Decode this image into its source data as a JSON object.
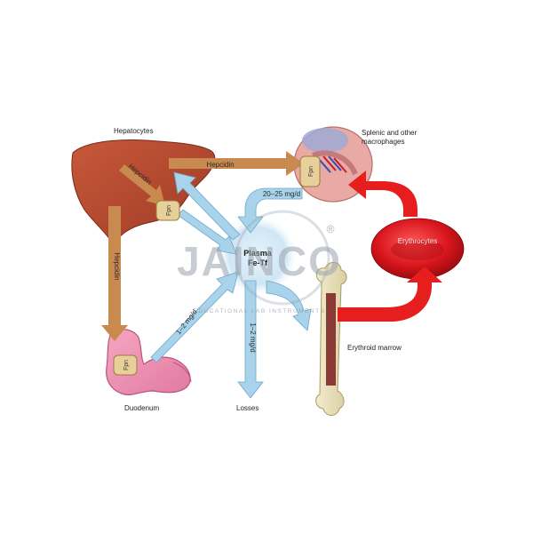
{
  "labels": {
    "hepatocytes": "Hepatocytes",
    "splenic_line1": "Splenic and other",
    "splenic_line2": "macrophages",
    "erythrocytes": "Erythrocytes",
    "erythroid_marrow": "Erythroid marrow",
    "duodenum": "Duodenum",
    "losses": "Losses",
    "plasma_line1": "Plasma",
    "plasma_line2": "Fe-Tf"
  },
  "arrows": {
    "hepcidin_top": "Hepcidin",
    "hepcidin_diag": "Hepcidin",
    "hepcidin_vert": "Hepcidin",
    "rate_macrophage": "20–25 mg/d",
    "rate_duodenum": "1–2 mg/d",
    "rate_losses": "1–2 mg/d"
  },
  "fpn": {
    "liver": "Fpn",
    "macrophage": "Fpn",
    "duodenum": "Fpn"
  },
  "watermark": {
    "brand": "JAINCO",
    "tagline": "EDUCATIONAL LAB INSTRUMENTS",
    "registered": "®"
  },
  "colors": {
    "hepcidin_arrow": "#c98a50",
    "iron_flow_arrow": "#a9d3ea",
    "rbc_arrow": "#e61e1e",
    "liver": "#b5482e",
    "erythrocyte": "#d8151c"
  }
}
